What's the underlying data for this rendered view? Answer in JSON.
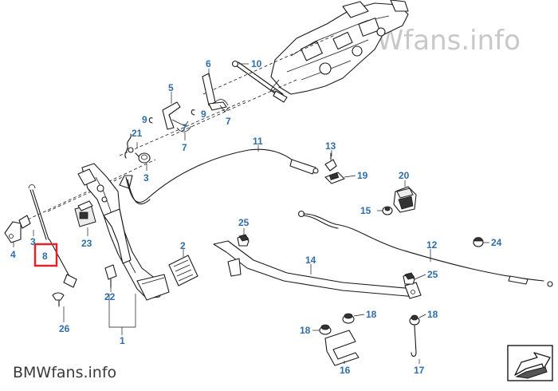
{
  "watermark": {
    "brand": "BMW",
    "suffix": "fans.info"
  },
  "footer": {
    "brand": "BMW",
    "suffix": "fans.info"
  },
  "colors": {
    "label": "#2e6da8",
    "highlight": "#e0242a",
    "line": "#1a1a1a"
  },
  "highlighted_part": "8",
  "parts": [
    {
      "number": "1"
    },
    {
      "number": "2"
    },
    {
      "number": "3"
    },
    {
      "number": "3"
    },
    {
      "number": "4"
    },
    {
      "number": "5"
    },
    {
      "number": "6"
    },
    {
      "number": "7"
    },
    {
      "number": "7"
    },
    {
      "number": "7"
    },
    {
      "number": "8"
    },
    {
      "number": "9"
    },
    {
      "number": "9"
    },
    {
      "number": "10"
    },
    {
      "number": "11"
    },
    {
      "number": "12"
    },
    {
      "number": "13"
    },
    {
      "number": "14"
    },
    {
      "number": "15"
    },
    {
      "number": "16"
    },
    {
      "number": "17"
    },
    {
      "number": "18"
    },
    {
      "number": "18"
    },
    {
      "number": "18"
    },
    {
      "number": "19"
    },
    {
      "number": "20"
    },
    {
      "number": "21"
    },
    {
      "number": "22"
    },
    {
      "number": "23"
    },
    {
      "number": "24"
    },
    {
      "number": "25"
    },
    {
      "number": "25"
    },
    {
      "number": "26"
    }
  ],
  "nav_icon": "arrow-navigation-icon"
}
